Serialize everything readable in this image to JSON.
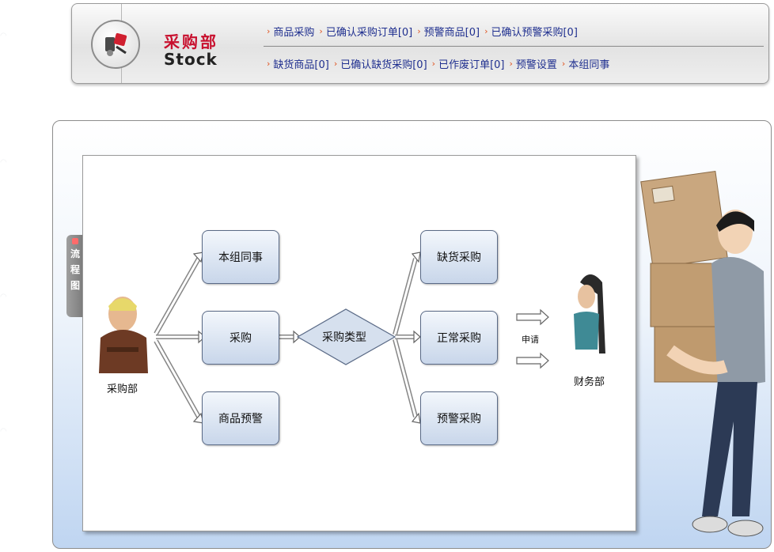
{
  "header": {
    "title_cn": "采购部",
    "title_en": "Stock",
    "nav_row1": [
      {
        "label": "商品采购"
      },
      {
        "label": "已确认采购订单[0]"
      },
      {
        "label": "预警商品[0]"
      },
      {
        "label": "已确认预警采购[0]"
      }
    ],
    "nav_row2": [
      {
        "label": "缺货商品[0]"
      },
      {
        "label": "已确认缺货采购[0]"
      },
      {
        "label": "已作废订单[0]"
      },
      {
        "label": "预警设置"
      },
      {
        "label": "本组同事"
      }
    ],
    "accent_color": "#c8102e",
    "link_color": "#1f2f8f"
  },
  "side_tab": {
    "chars": [
      "流",
      "程",
      "图"
    ]
  },
  "flow": {
    "source_label": "采购部",
    "nodes_left": [
      "本组同事",
      "采购",
      "商品预警"
    ],
    "decision": "采购类型",
    "nodes_right": [
      "缺货采购",
      "正常采购",
      "预警采购"
    ],
    "apply_label": "申请",
    "target_label": "财务部"
  }
}
